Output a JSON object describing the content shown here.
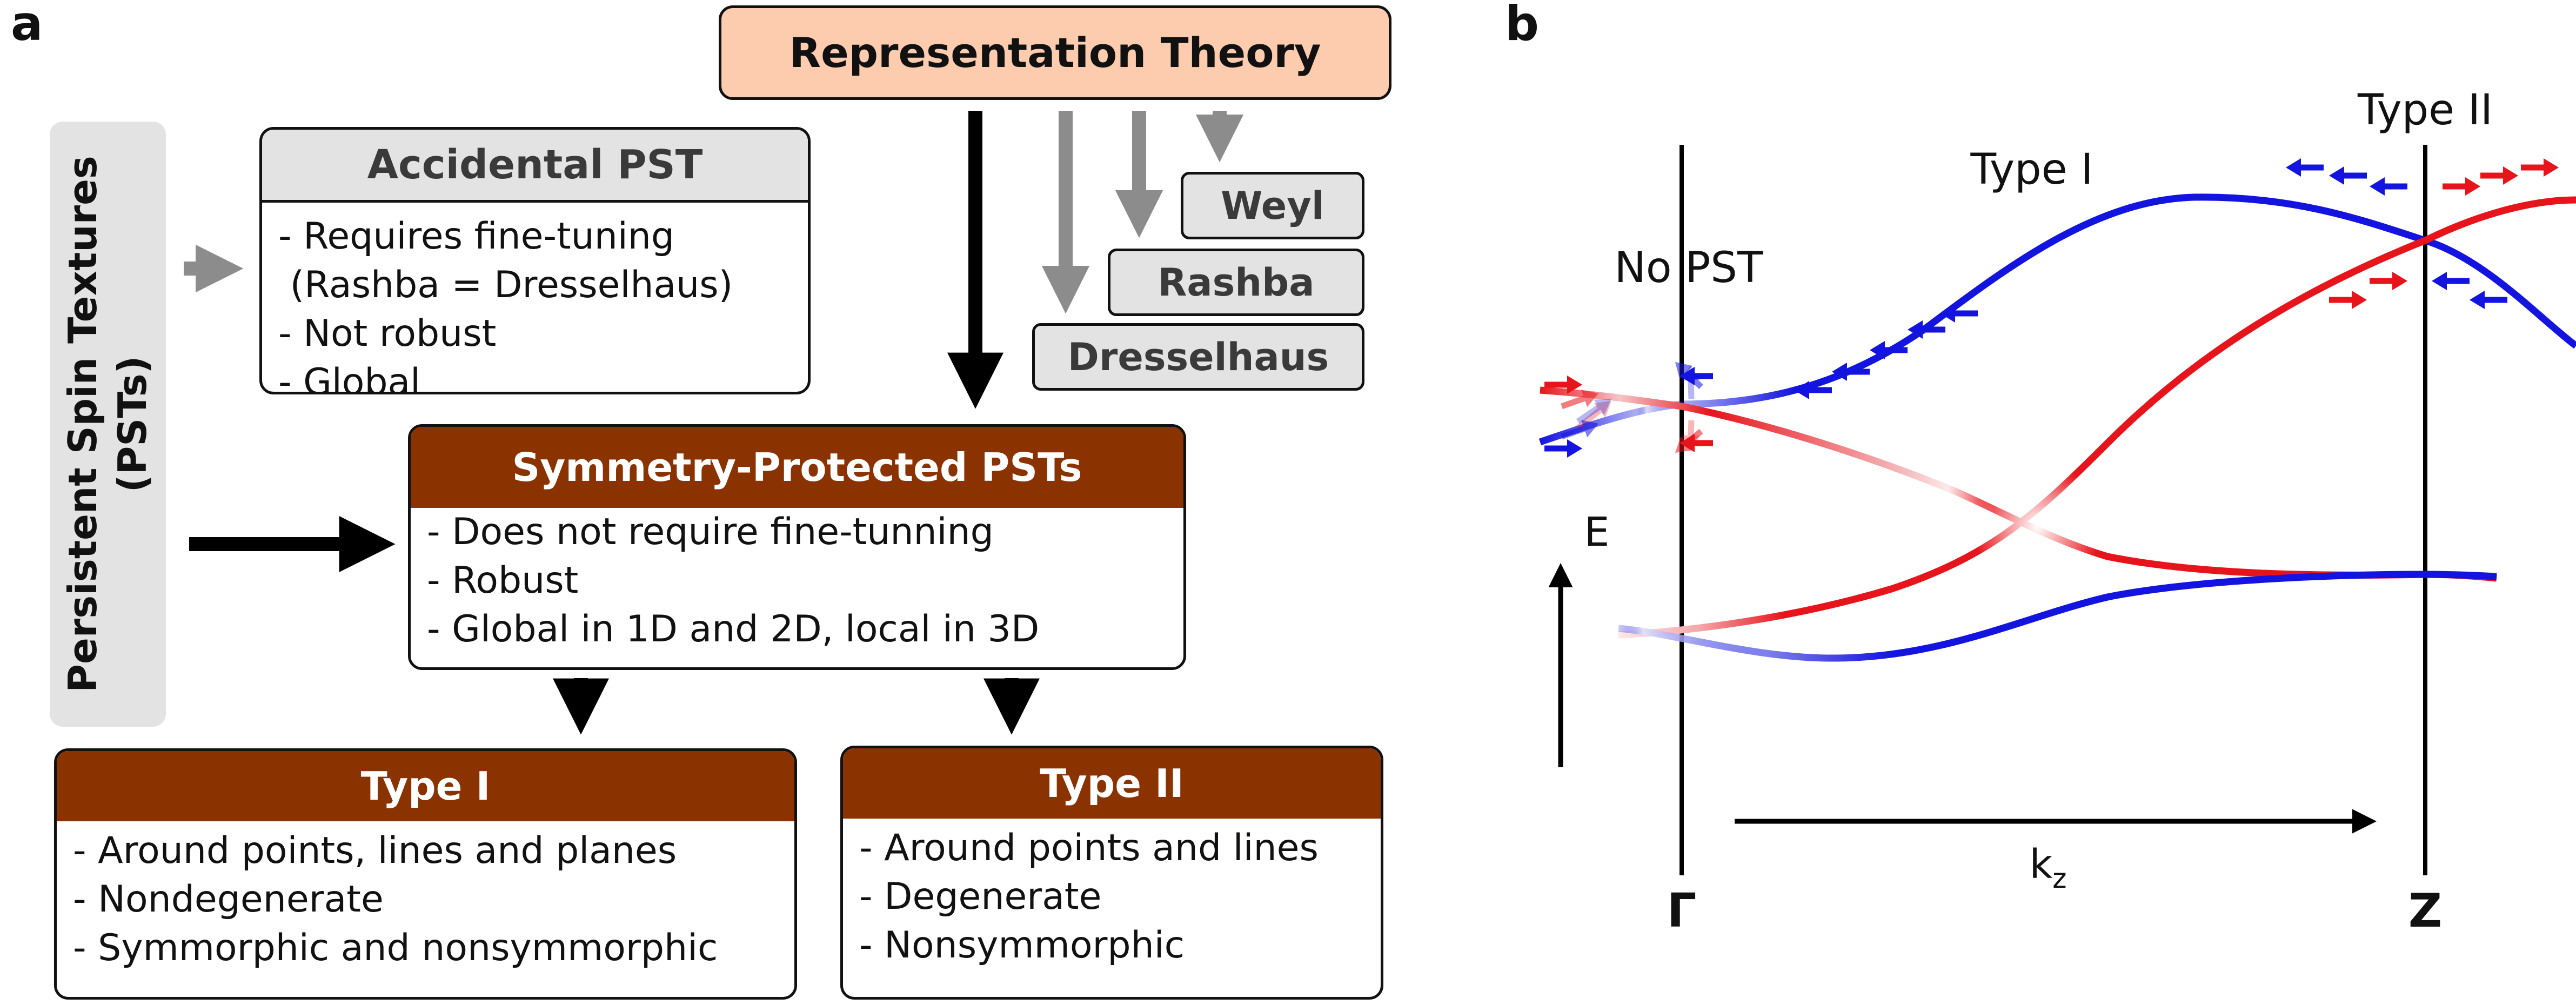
{
  "panel_a": {
    "letter": "a",
    "representation_theory": "Representation Theory",
    "pst_title_line1": "Persistent Spin Textures",
    "pst_title_line2": "(PSTs)",
    "accidental": {
      "title": "Accidental PST",
      "lines": [
        "- Requires fine-tuning",
        " (Rashba = Dresselhaus)",
        "- Not robust",
        "- Global"
      ]
    },
    "tags": [
      "Weyl",
      "Rashba",
      "Dresselhaus"
    ],
    "symmetry": {
      "title": "Symmetry-Protected PSTs",
      "lines": [
        "- Does not require fine-tunning",
        "- Robust",
        "- Global in 1D and 2D, local in 3D"
      ]
    },
    "type1": {
      "title": "Type I",
      "lines": [
        "- Around points, lines and planes",
        "- Nondegenerate",
        "- Symmorphic and nonsymmorphic"
      ]
    },
    "type2": {
      "title": "Type II",
      "lines": [
        "- Around points and lines",
        "- Degenerate",
        "- Nonsymmorphic"
      ]
    }
  },
  "panel_b": {
    "letter": "b",
    "label_no_pst": "No PST",
    "label_type1": "Type I",
    "label_type2": "Type II",
    "axis_e": "E",
    "axis_k": "k",
    "axis_k_sub": "z",
    "point_gamma": "Γ",
    "point_z": "Z",
    "colors": {
      "spin_up": "#e8141b",
      "spin_down": "#1414e0"
    }
  }
}
